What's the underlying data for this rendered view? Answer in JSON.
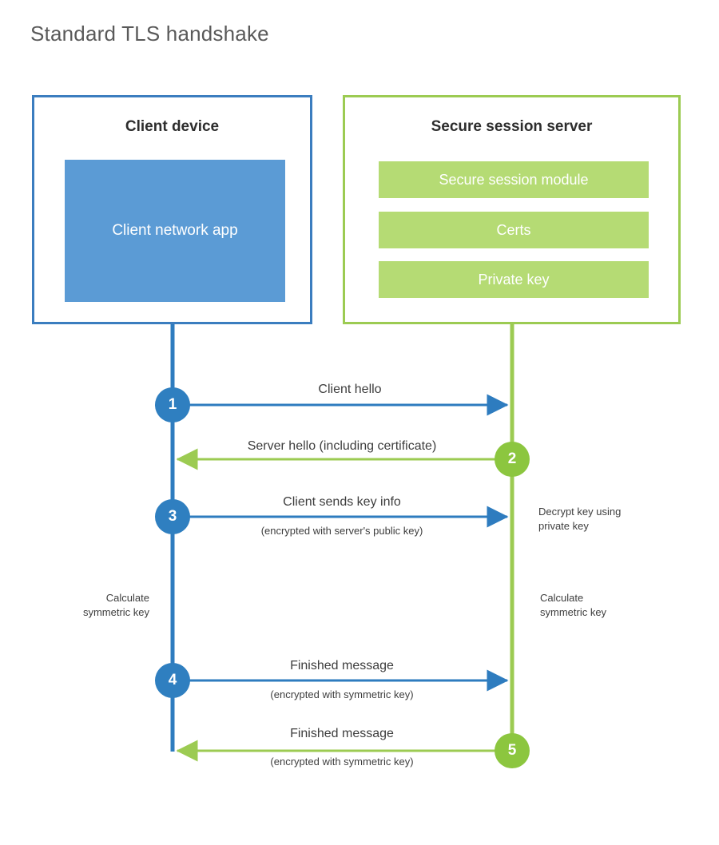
{
  "title": "Standard TLS handshake",
  "colors": {
    "client_border": "#3b7dbf",
    "client_fill": "#5b9bd5",
    "client_badge": "#2f7fc0",
    "client_line": "#2e7cbf",
    "server_border": "#9ccb52",
    "server_fill": "#b5db74",
    "server_badge": "#8cc63f",
    "server_line": "#9ccb52",
    "text": "#3d3d3d",
    "title_text": "#5a5a5a"
  },
  "client": {
    "title": "Client device",
    "app_label": "Client network app"
  },
  "server": {
    "title": "Secure session server",
    "modules": [
      "Secure session module",
      "Certs",
      "Private key"
    ]
  },
  "steps": [
    {
      "number": "1",
      "label": "Client hello",
      "sublabel": "",
      "direction": "client-to-server",
      "side": "client"
    },
    {
      "number": "2",
      "label": "Server hello (including certificate)",
      "sublabel": "",
      "direction": "server-to-client",
      "side": "server"
    },
    {
      "number": "3",
      "label": "Client sends key info",
      "sublabel": "(encrypted with server's public key)",
      "direction": "client-to-server",
      "side": "client"
    },
    {
      "number": "4",
      "label": "Finished message",
      "sublabel": "(encrypted with symmetric key)",
      "direction": "client-to-server",
      "side": "client"
    },
    {
      "number": "5",
      "label": "Finished message",
      "sublabel": "(encrypted with symmetric key)",
      "direction": "server-to-client",
      "side": "server"
    }
  ],
  "notes": {
    "decrypt_line1": "Decrypt key using",
    "decrypt_line2": "private key",
    "calc_left_line1": "Calculate",
    "calc_left_line2": "symmetric key",
    "calc_right_line1": "Calculate",
    "calc_right_line2": "symmetric key"
  }
}
